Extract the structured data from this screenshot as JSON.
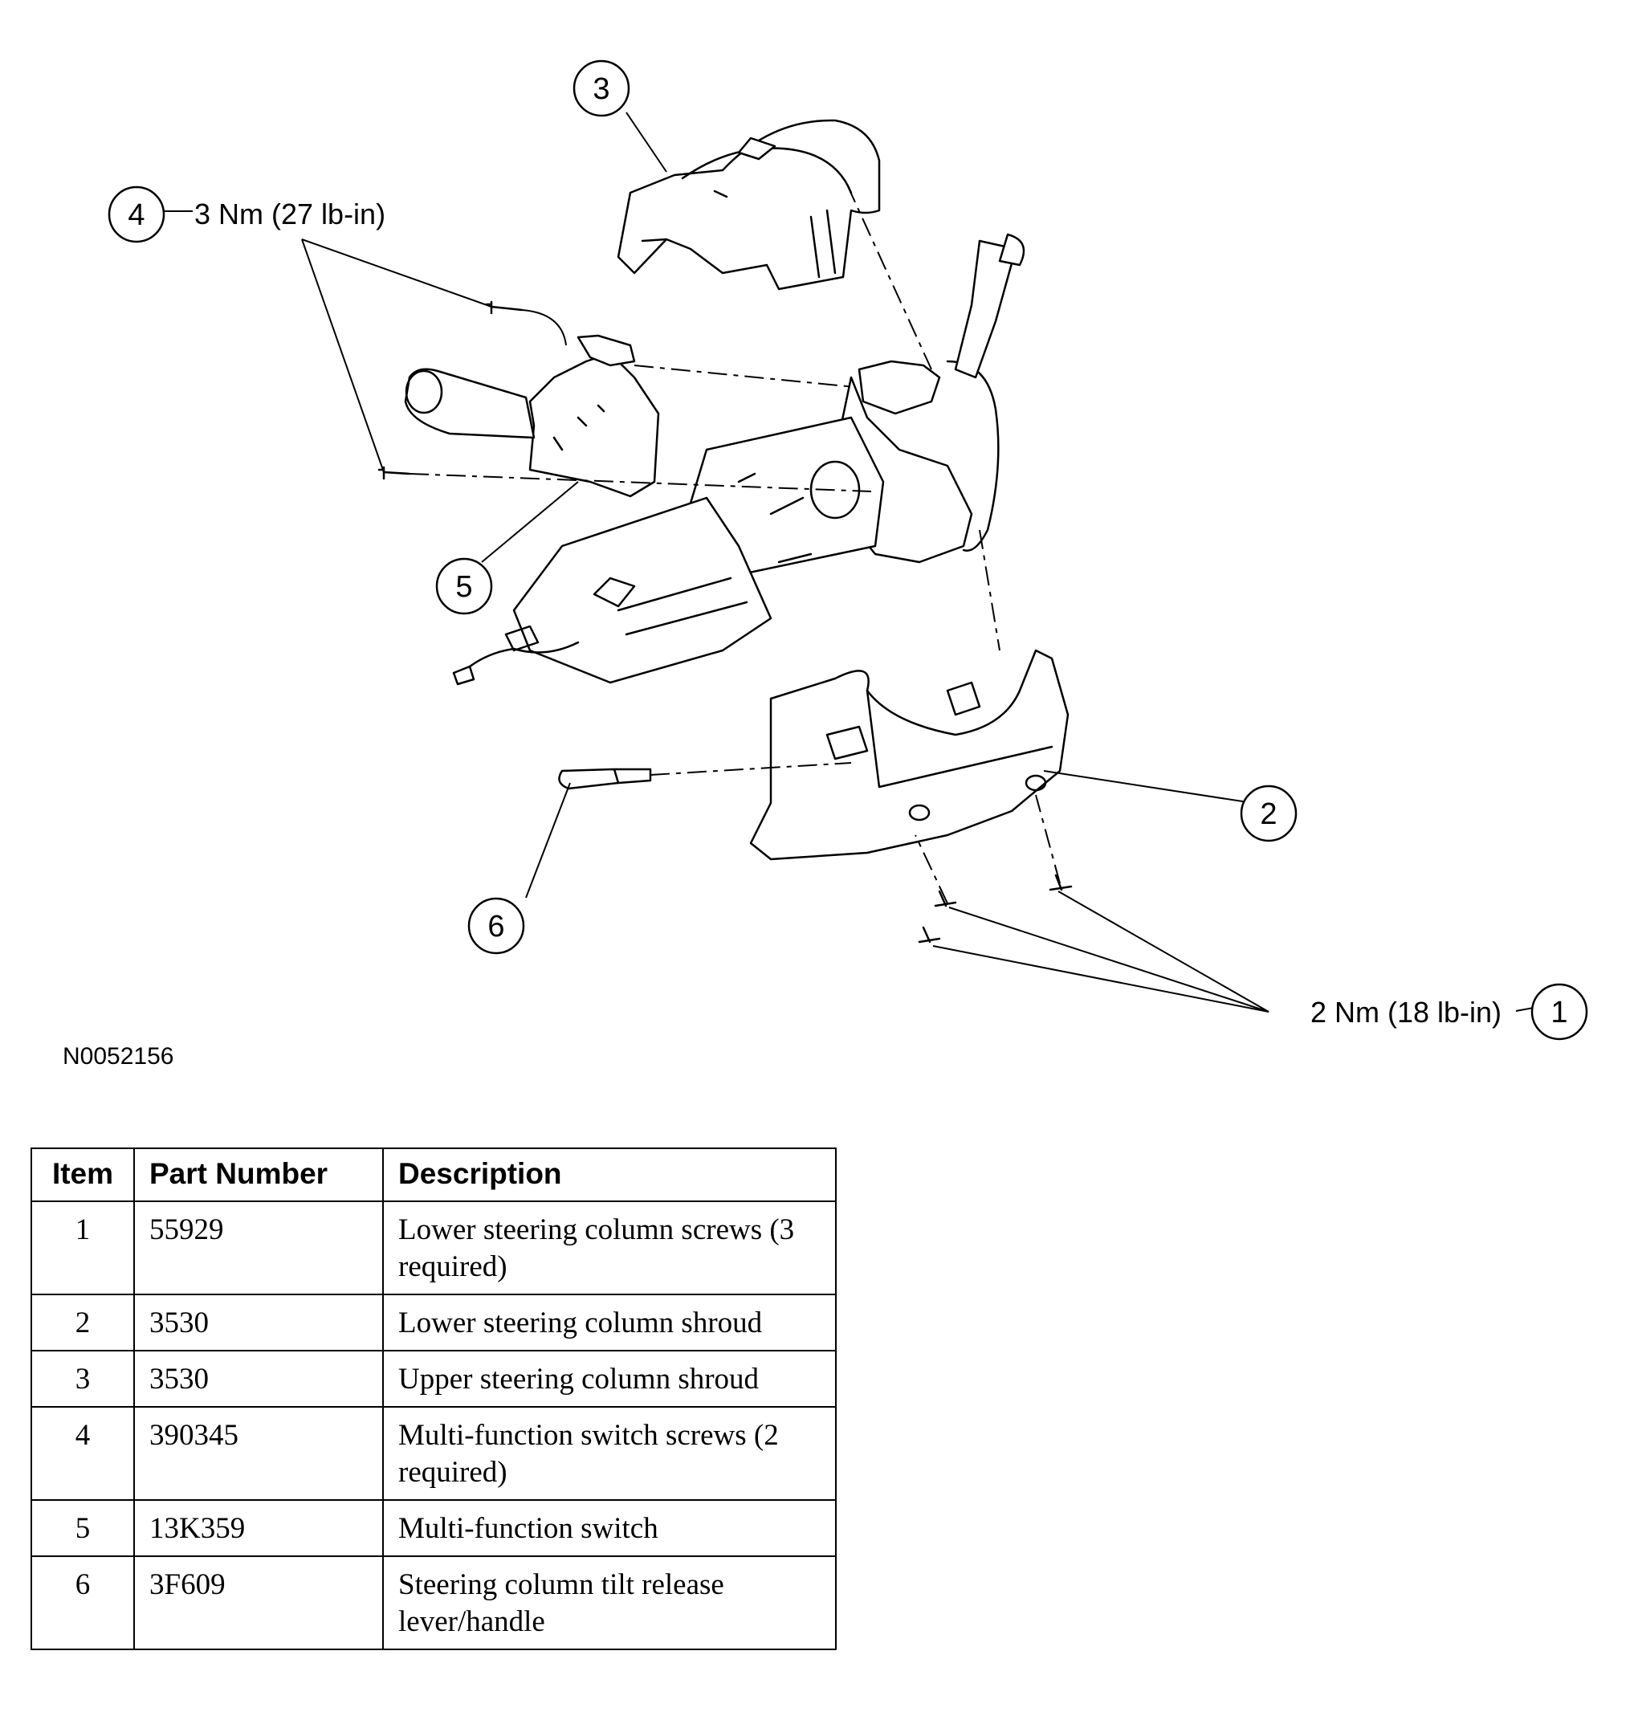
{
  "figure": {
    "reference_code": "N0052156",
    "callouts": [
      {
        "id": "callout-1",
        "number": "1",
        "torque": "2 Nm (18 lb-in)"
      },
      {
        "id": "callout-2",
        "number": "2",
        "torque": ""
      },
      {
        "id": "callout-3",
        "number": "3",
        "torque": ""
      },
      {
        "id": "callout-4",
        "number": "4",
        "torque": "3 Nm (27 lb-in)"
      },
      {
        "id": "callout-5",
        "number": "5",
        "torque": ""
      },
      {
        "id": "callout-6",
        "number": "6",
        "torque": ""
      }
    ]
  },
  "table": {
    "headers": [
      "Item",
      "Part Number",
      "Description"
    ],
    "rows": [
      {
        "item": "1",
        "part_number": "55929",
        "description": "Lower steering column screws (3 required)"
      },
      {
        "item": "2",
        "part_number": "3530",
        "description": "Lower steering column shroud"
      },
      {
        "item": "3",
        "part_number": "3530",
        "description": "Upper steering column shroud"
      },
      {
        "item": "4",
        "part_number": "390345",
        "description": "Multi-function switch screws (2 required)"
      },
      {
        "item": "5",
        "part_number": "13K359",
        "description": "Multi-function switch"
      },
      {
        "item": "6",
        "part_number": "3F609",
        "description": "Steering column tilt release lever/handle"
      }
    ]
  }
}
